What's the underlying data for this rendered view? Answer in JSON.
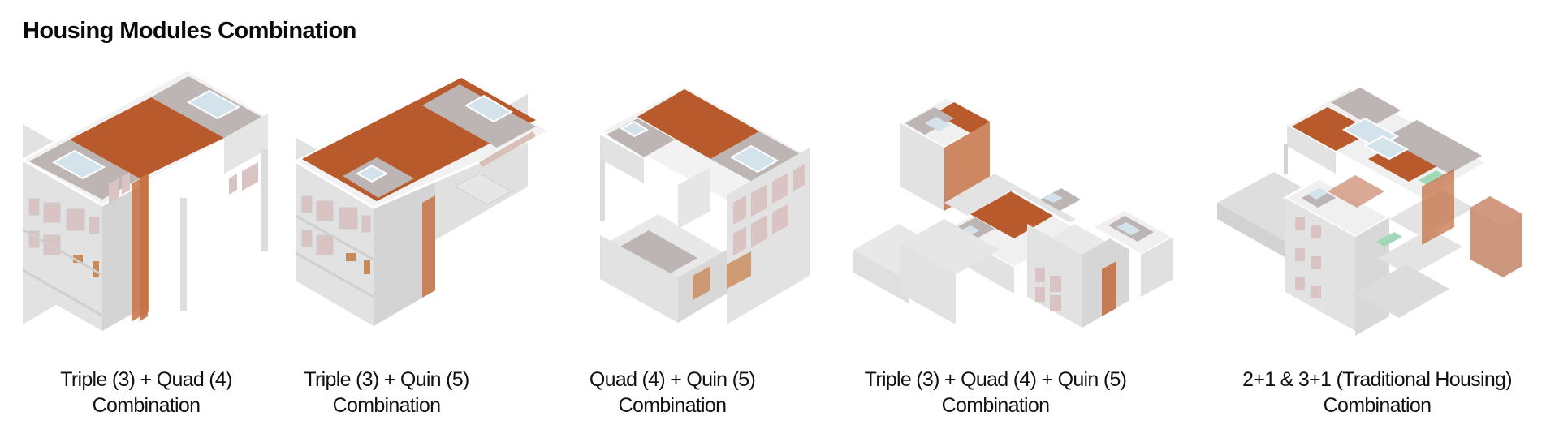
{
  "title": "Housing Modules Combination",
  "colors": {
    "accent_orange": "#B85A2C",
    "room_grey": "#BDB3B4",
    "wall_light": "#E4E4E4",
    "wall_mid": "#D4D4D4",
    "glass": "#D4E3EB",
    "green_accent": "#9FD9B8"
  },
  "panels": [
    {
      "line1": "Triple (3) + Quad (4)",
      "line2": "Combination"
    },
    {
      "line1": "Triple (3) + Quin (5)",
      "line2": "Combination"
    },
    {
      "line1": "Quad (4) + Quin (5)",
      "line2": "Combination"
    },
    {
      "line1": "Triple (3) + Quad (4) + Quin (5)",
      "line2": "Combination"
    },
    {
      "line1": "2+1 & 3+1 (Traditional Housing)",
      "line2": "Combination"
    }
  ]
}
